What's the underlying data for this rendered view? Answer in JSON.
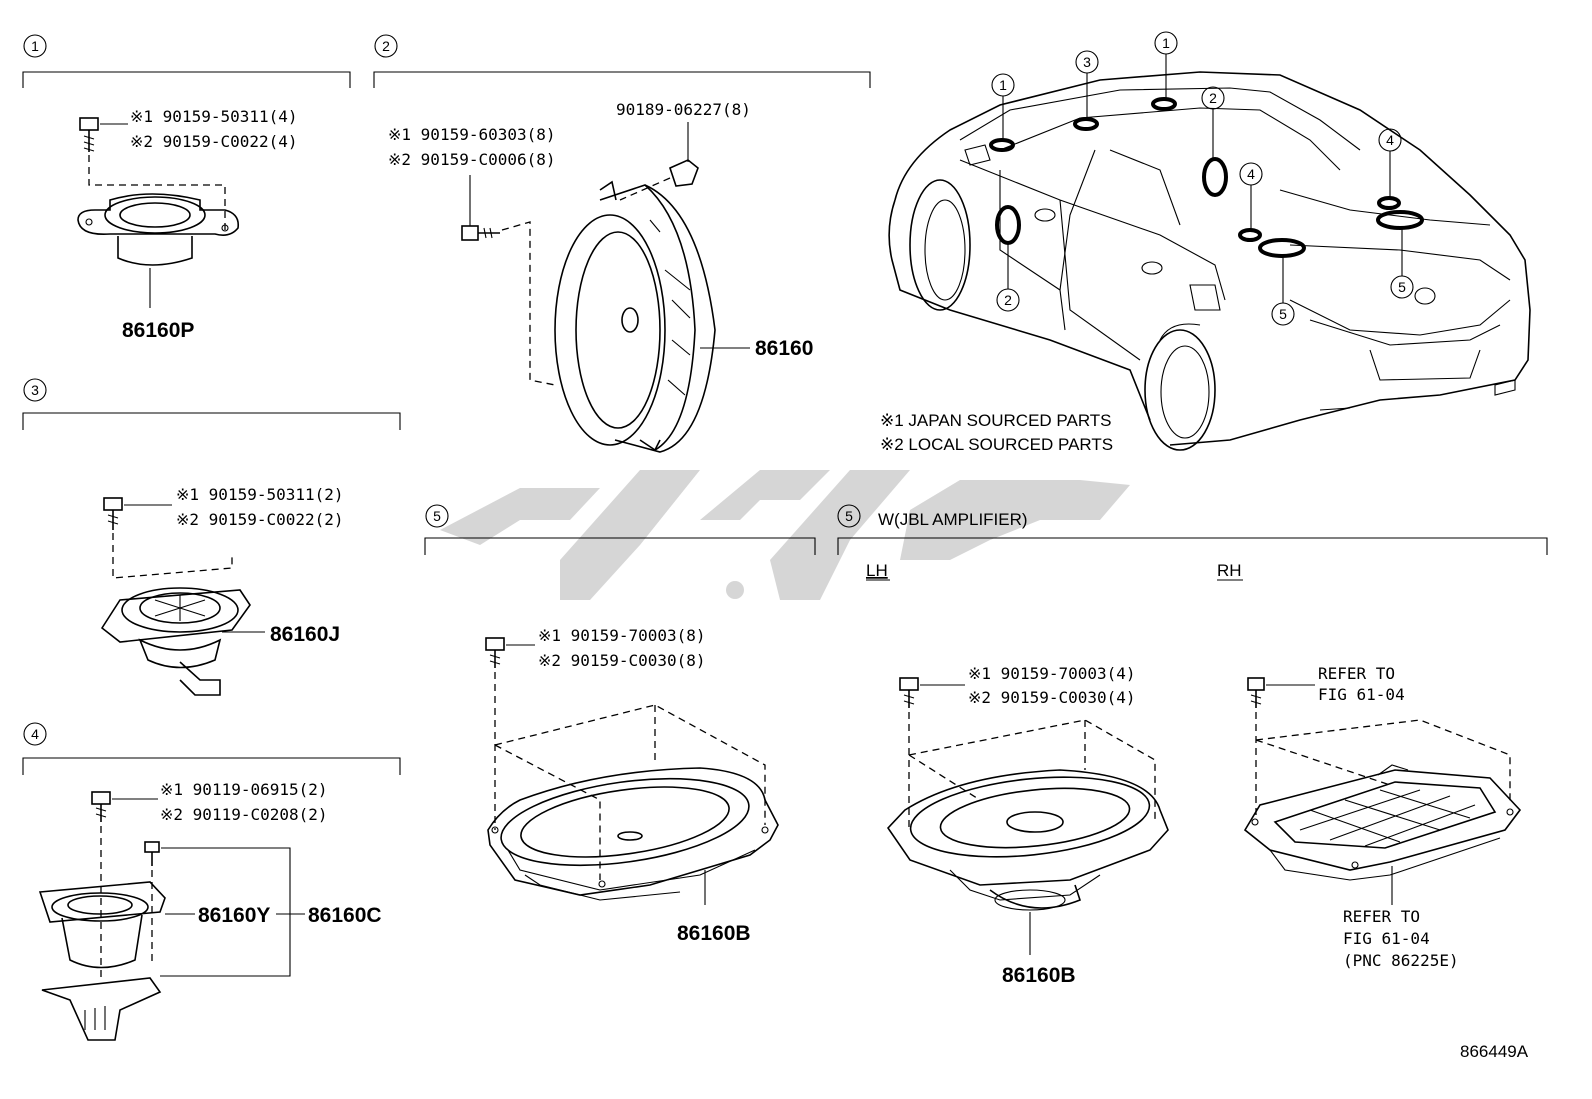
{
  "sections": [
    {
      "num": "1",
      "part": "86160P",
      "bolt1": "※1 90159-50311(4)",
      "bolt2": "※2 90159-C0022(4)"
    },
    {
      "num": "2",
      "part": "86160",
      "bolt1": "※1 90159-60303(8)",
      "bolt2": "※2 90159-C0006(8)",
      "clip": "90189-06227(8)"
    },
    {
      "num": "3",
      "part": "86160J",
      "bolt1": "※1 90159-50311(2)",
      "bolt2": "※2 90159-C0022(2)"
    },
    {
      "num": "4",
      "part_a": "86160Y",
      "part_b": "86160C",
      "bolt1": "※1 90119-06915(2)",
      "bolt2": "※2 90119-C0208(2)"
    },
    {
      "num": "5",
      "part": "86160B",
      "bolt1": "※1 90159-70003(8)",
      "bolt2": "※2 90159-C0030(8)"
    },
    {
      "num": "5",
      "title": "W(JBL AMPLIFIER)",
      "lh": "LH",
      "rh": "RH",
      "part": "86160B",
      "bolt1": "※1 90159-70003(4)",
      "bolt2": "※2 90159-C0030(4)",
      "refer1": "REFER TO",
      "refer2": "FIG 61-04",
      "refer3": "REFER TO",
      "refer4": "FIG 61-04",
      "refer5": "(PNC 86225E)"
    }
  ],
  "car_callouts": [
    "1",
    "3",
    "1",
    "2",
    "4",
    "4",
    "2",
    "5",
    "5"
  ],
  "notes": [
    "※1 JAPAN SOURCED PARTS",
    "※2 LOCAL SOURCED PARTS"
  ],
  "figure_id": "866449A",
  "colors": {
    "line": "#000000",
    "watermark": "#cfcfcf",
    "background": "#ffffff"
  }
}
